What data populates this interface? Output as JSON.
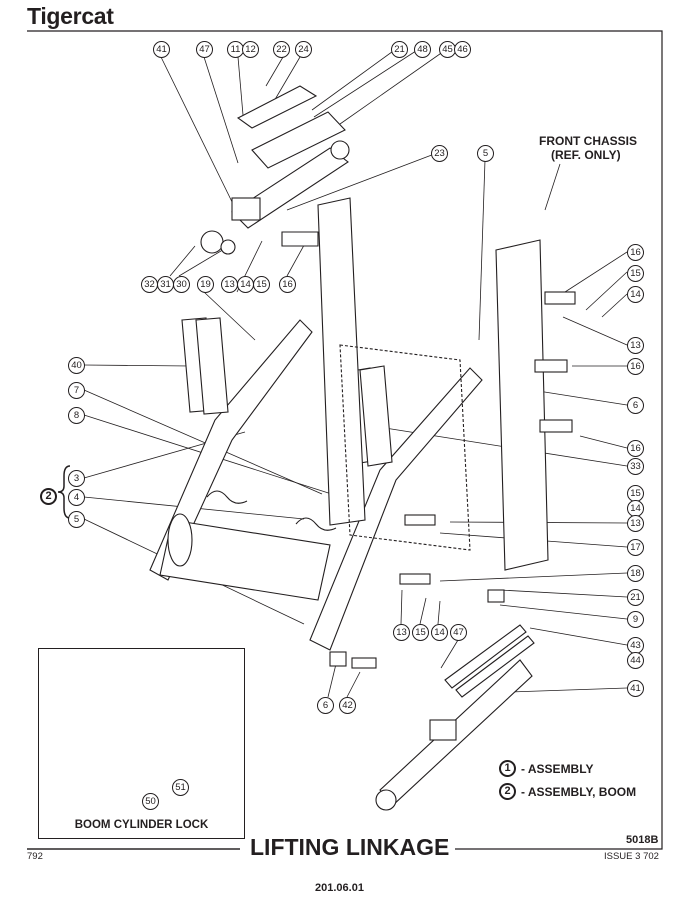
{
  "header": {
    "brand": "Tigercat"
  },
  "diagram": {
    "title": "LIFTING LINKAGE",
    "figure_code": "5018B",
    "issue": "ISSUE 3 702",
    "page_code": "792",
    "page_number": "201.06.01",
    "front_chassis_note": [
      "FRONT CHASSIS",
      "(REF. ONLY)"
    ],
    "callouts": [
      {
        "id": "c41a",
        "label": "41"
      },
      {
        "id": "c47a",
        "label": "47"
      },
      {
        "id": "c11",
        "label": "11"
      },
      {
        "id": "c12",
        "label": "12"
      },
      {
        "id": "c22",
        "label": "22"
      },
      {
        "id": "c24",
        "label": "24"
      },
      {
        "id": "c21a",
        "label": "21"
      },
      {
        "id": "c48",
        "label": "48"
      },
      {
        "id": "c45",
        "label": "45"
      },
      {
        "id": "c46",
        "label": "46"
      },
      {
        "id": "c23",
        "label": "23"
      },
      {
        "id": "c5a",
        "label": "5"
      },
      {
        "id": "c32",
        "label": "32"
      },
      {
        "id": "c31",
        "label": "31"
      },
      {
        "id": "c30",
        "label": "30"
      },
      {
        "id": "c19",
        "label": "19"
      },
      {
        "id": "c13a",
        "label": "13"
      },
      {
        "id": "c14a",
        "label": "14"
      },
      {
        "id": "c15a",
        "label": "15"
      },
      {
        "id": "c16a",
        "label": "16"
      },
      {
        "id": "c16b",
        "label": "16"
      },
      {
        "id": "c15b",
        "label": "15"
      },
      {
        "id": "c14b",
        "label": "14"
      },
      {
        "id": "c13b",
        "label": "13"
      },
      {
        "id": "c16c",
        "label": "16"
      },
      {
        "id": "c6a",
        "label": "6"
      },
      {
        "id": "c16d",
        "label": "16"
      },
      {
        "id": "c33",
        "label": "33"
      },
      {
        "id": "c15c",
        "label": "15"
      },
      {
        "id": "c14c",
        "label": "14"
      },
      {
        "id": "c13c",
        "label": "13"
      },
      {
        "id": "c17",
        "label": "17"
      },
      {
        "id": "c18",
        "label": "18"
      },
      {
        "id": "c21b",
        "label": "21"
      },
      {
        "id": "c9",
        "label": "9"
      },
      {
        "id": "c43",
        "label": "43"
      },
      {
        "id": "c44",
        "label": "44"
      },
      {
        "id": "c41b",
        "label": "41"
      },
      {
        "id": "c40",
        "label": "40"
      },
      {
        "id": "c7",
        "label": "7"
      },
      {
        "id": "c8",
        "label": "8"
      },
      {
        "id": "c3",
        "label": "3"
      },
      {
        "id": "c4",
        "label": "4"
      },
      {
        "id": "c5b",
        "label": "5"
      },
      {
        "id": "c13d",
        "label": "13"
      },
      {
        "id": "c15d",
        "label": "15"
      },
      {
        "id": "c14d",
        "label": "14"
      },
      {
        "id": "c47b",
        "label": "47"
      },
      {
        "id": "c6b",
        "label": "6"
      },
      {
        "id": "c42",
        "label": "42"
      },
      {
        "id": "c50",
        "label": "50"
      },
      {
        "id": "c51",
        "label": "51"
      }
    ],
    "group_callout": {
      "label": "2"
    },
    "inset": {
      "caption": "BOOM CYLINDER LOCK"
    },
    "legend": [
      {
        "num": "1",
        "text": "- ASSEMBLY"
      },
      {
        "num": "2",
        "text": "- ASSEMBLY, BOOM"
      }
    ]
  }
}
